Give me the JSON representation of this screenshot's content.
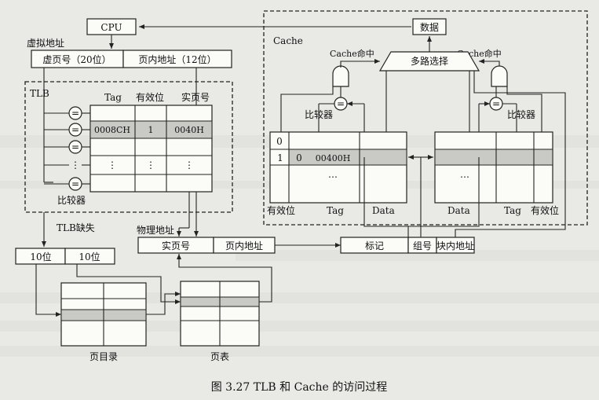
{
  "cpu_label": "CPU",
  "virtual_address": {
    "title": "虚拟地址",
    "page_number": "虚页号（20位）",
    "page_offset": "页内地址（12位）"
  },
  "tlb": {
    "title": "TLB",
    "headers": {
      "tag": "Tag",
      "valid": "有效位",
      "frame": "实页号"
    },
    "row1": {
      "tag": "0008CH",
      "valid": "1",
      "frame": "0040H"
    },
    "ellipsis": "⋮",
    "comparator": "比较器",
    "eq": "="
  },
  "tlb_miss": "TLB缺失",
  "ten_bits_a": "10位",
  "ten_bits_b": "10位",
  "page_directory": "页目录",
  "page_table": "页表",
  "physical_address": {
    "title": "物理地址",
    "frame_number": "实页号",
    "page_offset": "页内地址"
  },
  "cache": {
    "title": "Cache",
    "data_box": "数据",
    "hit_left": "Cache命中",
    "hit_right": "Cache命中",
    "mux": "多路选择",
    "comparator_left": "比较器",
    "comparator_right": "比较器",
    "row0_index": "0",
    "row1_index": "1",
    "row1_valid": "0",
    "row1_tag": "00400H",
    "ellipsis": "…",
    "labels_left": {
      "valid": "有效位",
      "tag": "Tag",
      "data": "Data"
    },
    "labels_right": {
      "data": "Data",
      "tag": "Tag",
      "valid": "有效位"
    }
  },
  "cache_address": {
    "tag": "标记",
    "group": "组号",
    "block_offset": "块内地址"
  },
  "caption": "图 3.27   TLB 和 Cache 的访问过程"
}
